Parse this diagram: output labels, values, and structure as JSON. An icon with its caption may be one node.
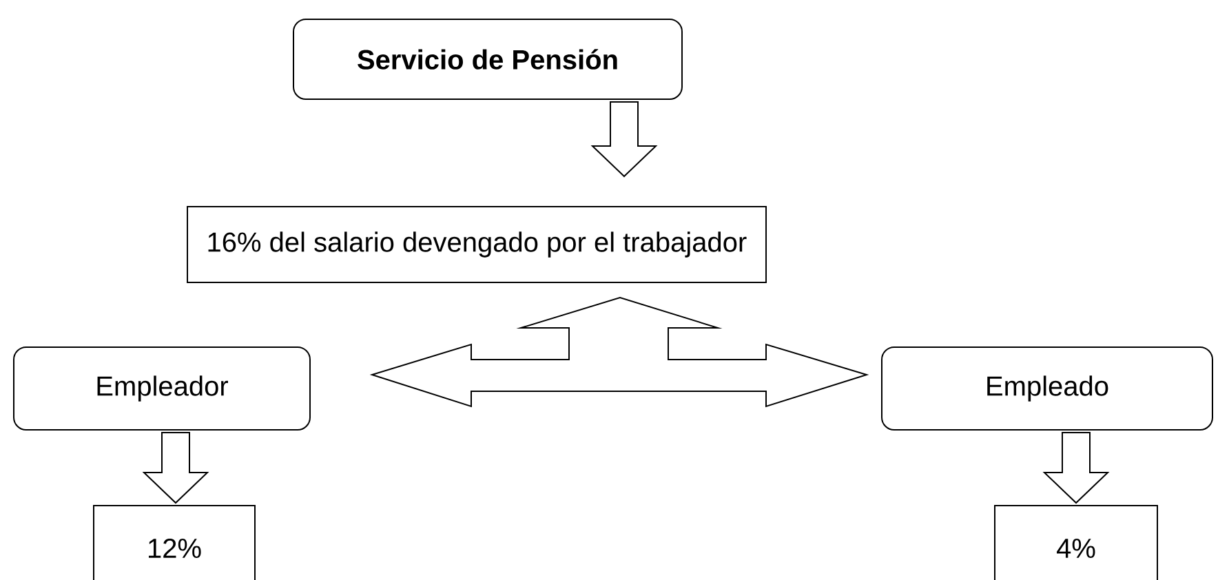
{
  "diagram": {
    "nodes": [
      {
        "text": [
          "Servicio de Pensión"
        ]
      },
      {
        "text": [
          "16% del salario devengado por el trabajador"
        ]
      },
      {
        "text": [
          "Empleador"
        ]
      },
      {
        "text": [
          "Empleado"
        ]
      },
      {
        "text": [
          "12%"
        ]
      },
      {
        "text": [
          "4%"
        ]
      }
    ],
    "edges": [
      {
        "from": 0,
        "to": 1,
        "arrow": "to"
      },
      {
        "from": 2,
        "to": 4,
        "arrow": "to"
      },
      {
        "from": 3,
        "to": 5,
        "arrow": "to"
      },
      {
        "from": 1,
        "to": 2,
        "arrow": "both"
      },
      {
        "from": 1,
        "to": 3,
        "arrow": "both"
      }
    ]
  }
}
